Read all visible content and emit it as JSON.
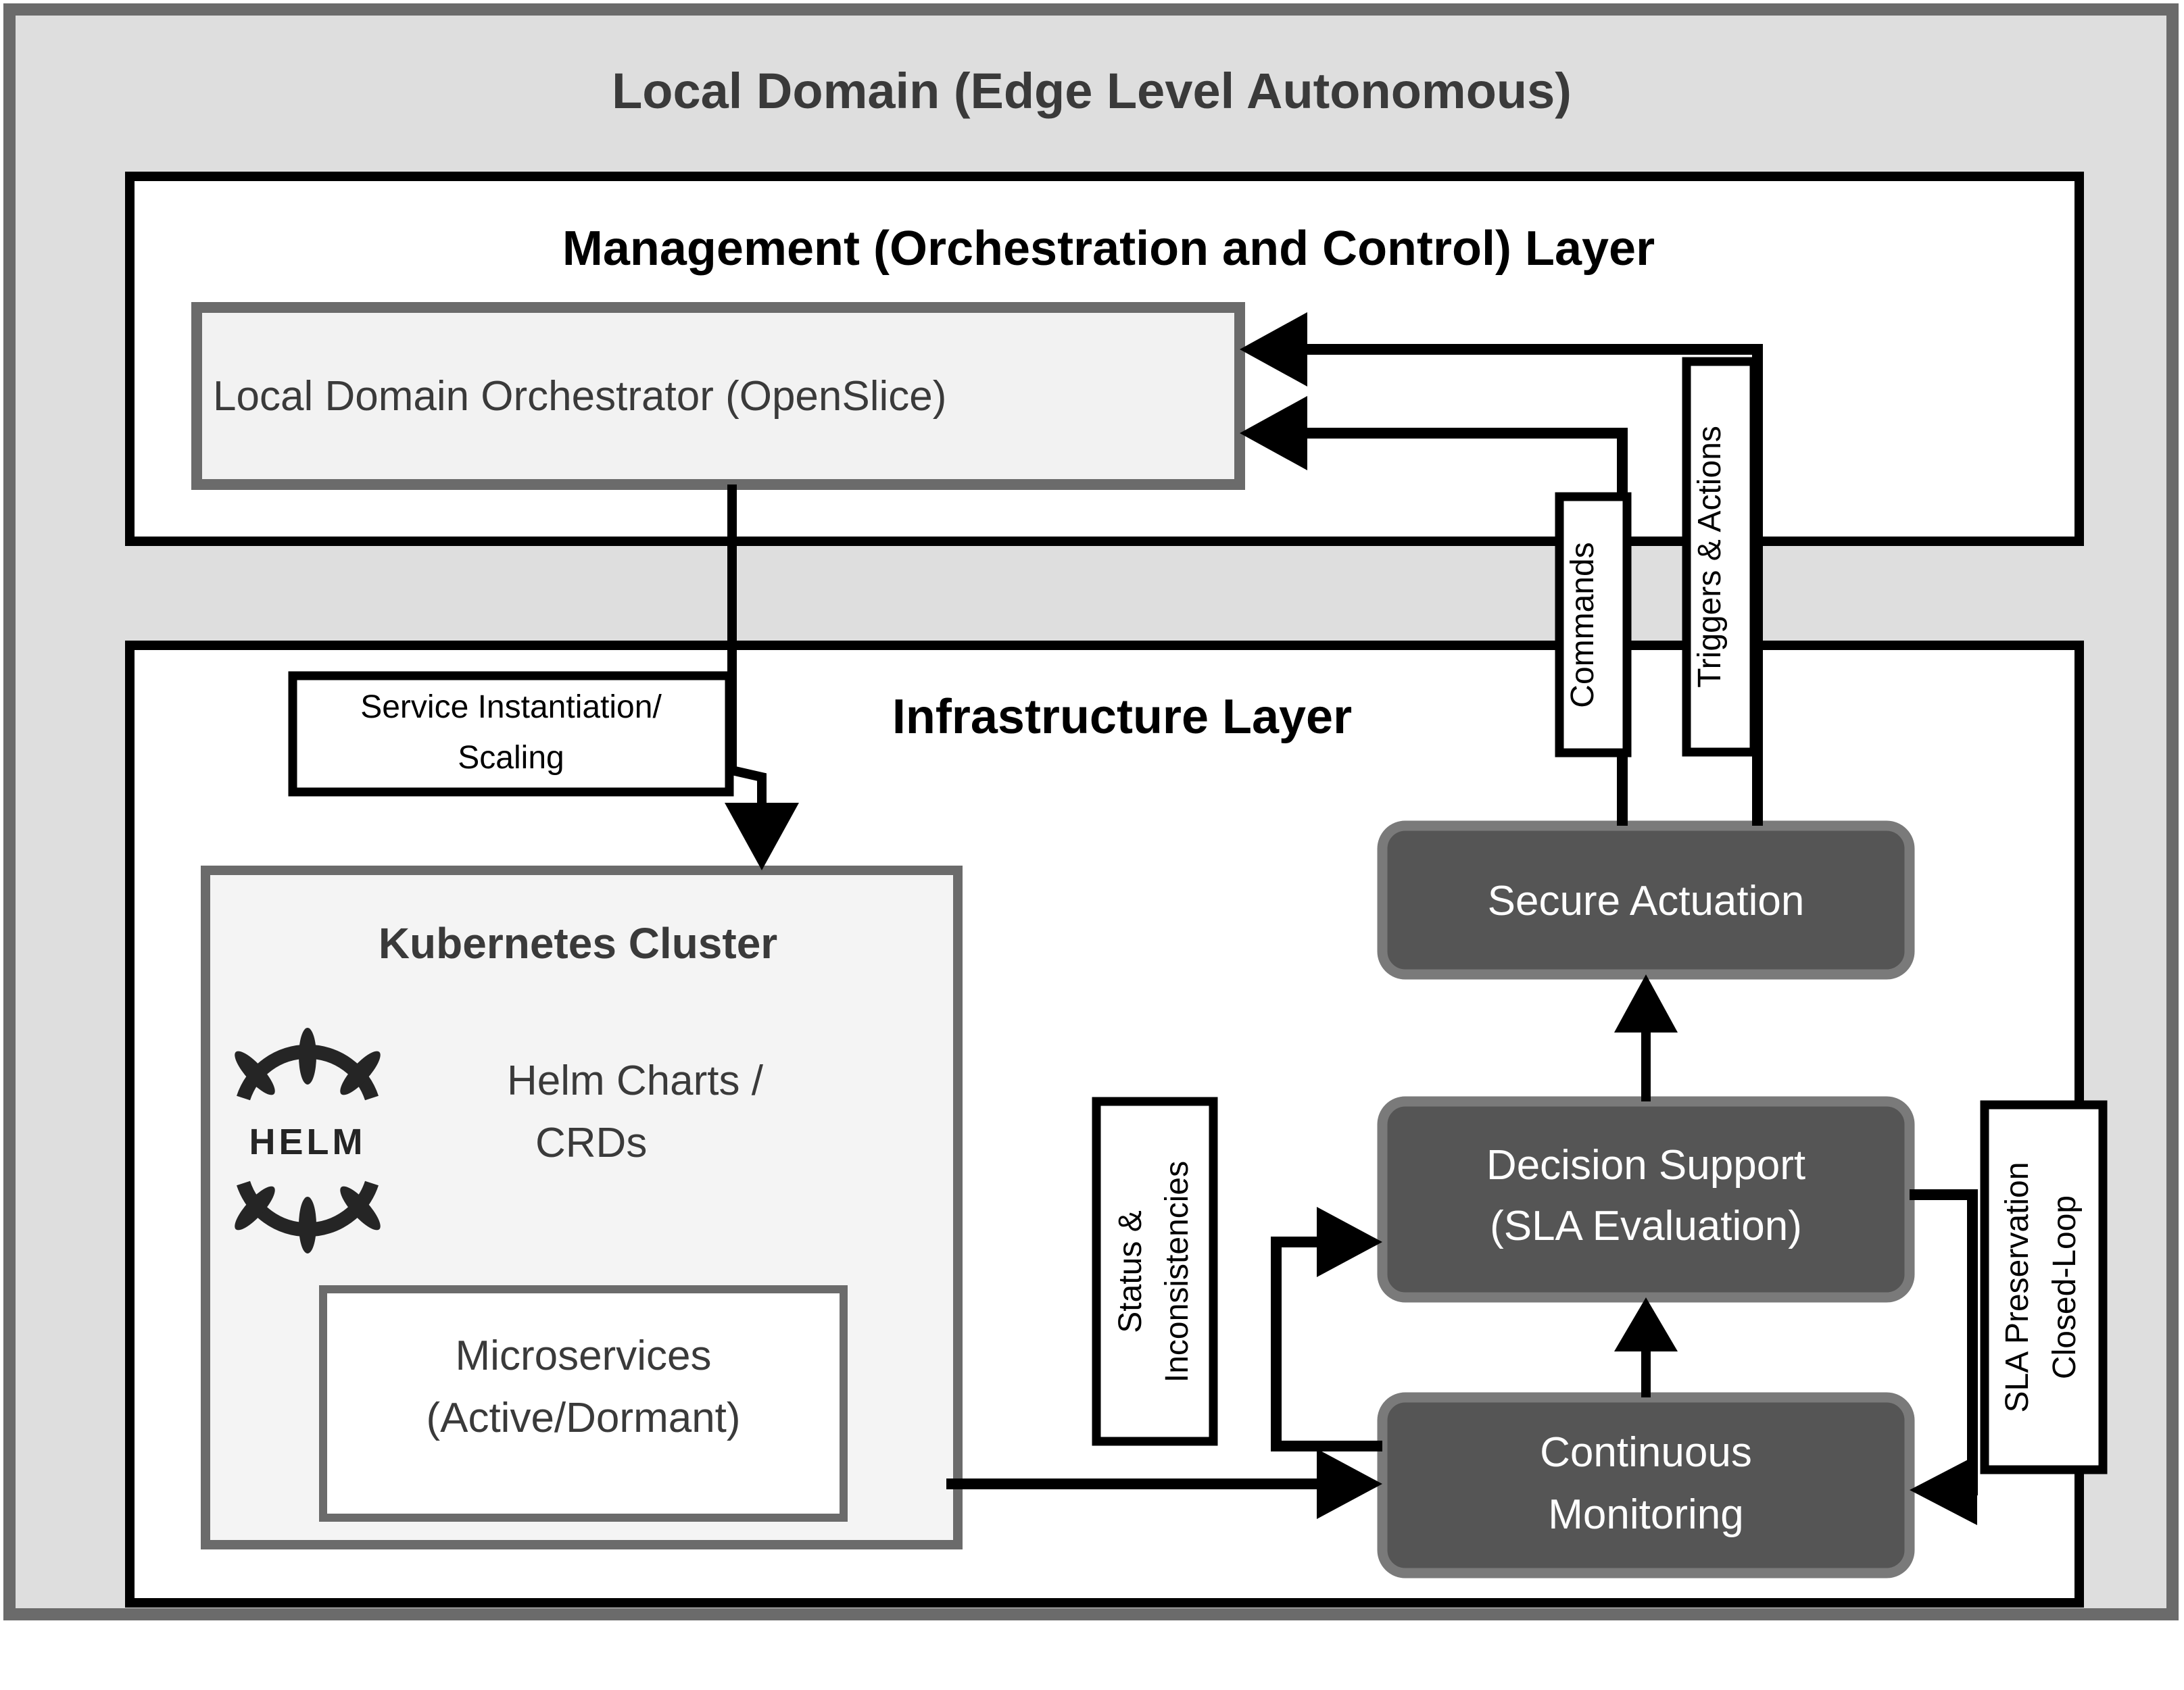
{
  "diagram": {
    "title": "Local Domain (Edge Level Autonomous)",
    "layers": [
      {
        "id": "management",
        "title": "Management (Orchestration and Control) Layer"
      },
      {
        "id": "infrastructure",
        "title": "Infrastructure Layer"
      }
    ],
    "nodes": {
      "orchestrator": "Local Domain Orchestrator (OpenSlice)",
      "kubernetes_cluster": "Kubernetes Cluster",
      "helm_logo_text": "HELM",
      "helm_charts_line1": "Helm Charts /",
      "helm_charts_line2": "CRDs",
      "microservices_line1": "Microservices",
      "microservices_line2": "(Active/Dormant)",
      "secure_actuation": "Secure Actuation",
      "decision_support_line1": "Decision Support",
      "decision_support_line2": "(SLA Evaluation)",
      "continuous_monitoring_line1": "Continuous",
      "continuous_monitoring_line2": "Monitoring"
    },
    "edge_labels": {
      "service_instantiation_line1": "Service Instantiation/",
      "service_instantiation_line2": "Scaling",
      "commands": "Commands",
      "triggers_actions": "Triggers & Actions",
      "status_line1": "Status &",
      "status_line2": "Inconsistencies",
      "sla_loop_line1": "SLA Preservation",
      "sla_loop_line2": "Closed-Loop"
    },
    "colors": {
      "page_background": "#ffffff",
      "domain_fill": "#dedede",
      "domain_border": "#6b6b6b",
      "layer_fill": "#ffffff",
      "layer_border": "#000000",
      "orchestrator_fill": "#f2f2f2",
      "orchestrator_border": "#6b6b6b",
      "cluster_fill": "#f4f4f4",
      "cluster_border": "#6b6b6b",
      "microservices_fill": "#ffffff",
      "microservices_border": "#6b6b6b",
      "node_dark_fill": "#555555",
      "node_dark_border": "#7a7a7a",
      "node_dark_text": "#ffffff",
      "edge_stroke": "#000000",
      "label_box_fill": "#ffffff",
      "title_text": "#3a3a3a",
      "helm_mark": "#252525"
    }
  }
}
